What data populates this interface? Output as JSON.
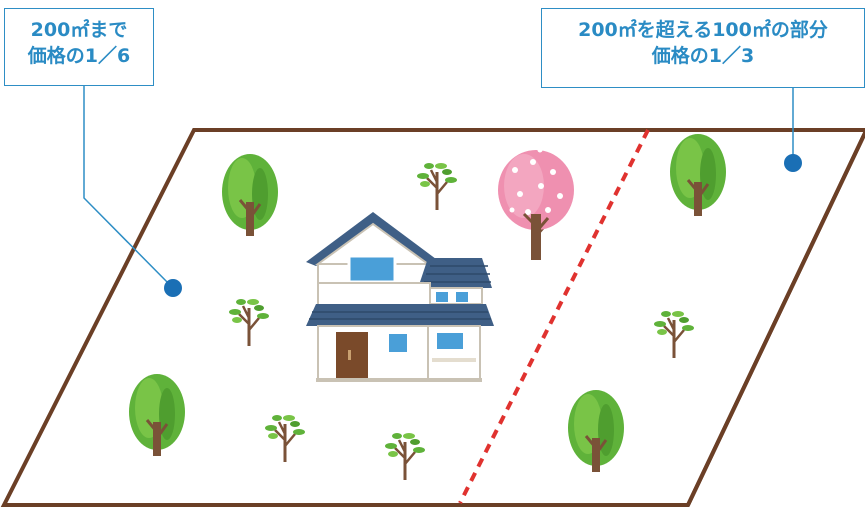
{
  "labels": {
    "left_line1": "200㎡まで",
    "left_line2": "価格の1／6",
    "right_line1": "200㎡を超える100㎡の部分",
    "right_line2": "価格の1／3"
  },
  "colors": {
    "land_border": "#6b3f26",
    "label_blue": "#2a8bc4",
    "leader_line": "#2e8ec5",
    "marker_dot": "#1a6fb5",
    "divider_dashed": "#e0322f",
    "house_roof": "#3f5f86",
    "house_window": "#4a9fd8",
    "house_door": "#7a4a2a",
    "tree_green": "#5fb23a",
    "tree_trunk": "#7a5238",
    "sakura_pink": "#ef90b0"
  },
  "icons": [
    "tree-icon",
    "sapling-icon",
    "sakura-tree-icon",
    "house-icon",
    "marker-dot-icon"
  ]
}
